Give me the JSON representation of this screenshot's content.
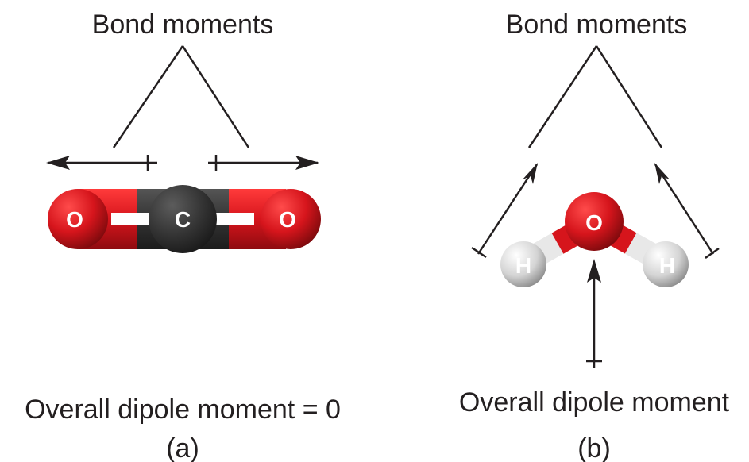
{
  "panel_a": {
    "title": "Bond moments",
    "caption": "Overall dipole moment = 0",
    "sublabel": "(a)",
    "atoms": {
      "left": "O",
      "center": "C",
      "right": "O"
    }
  },
  "panel_b": {
    "title": "Bond moments",
    "caption": "Overall dipole moment",
    "sublabel": "(b)",
    "atoms": {
      "center": "O",
      "left": "H",
      "right": "H"
    }
  },
  "colors": {
    "oxygen": "#d6151c",
    "carbon": "#333333",
    "hydrogen": "#d9d9d9",
    "line": "#231f20"
  }
}
